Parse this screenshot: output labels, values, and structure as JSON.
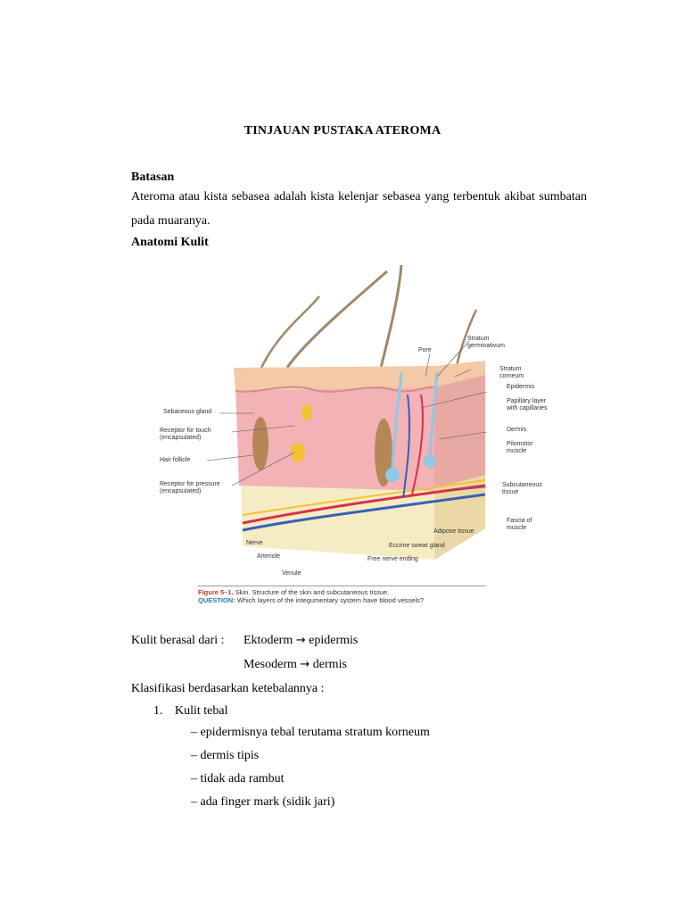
{
  "title": "TINJAUAN PUSTAKA ATEROMA",
  "batasan": {
    "heading": "Batasan",
    "paragraph": "Ateroma atau kista sebasea adalah kista kelenjar sebasea yang terbentuk akibat sumbatan pada muaranya."
  },
  "anatomi": {
    "heading": "Anatomi Kulit"
  },
  "figure": {
    "labels": {
      "pore": "Pore",
      "stratum_germinativum": "Stratum germinativum",
      "stratum_corneum": "Stratum corneum",
      "epidermis": "Epidermis",
      "papillary": "Papillary layer\nwith capillaries",
      "dermis": "Dermis",
      "pilomotor": "Pilomotor\nmuscle",
      "subcutaneous": "Subcutaneous\ntissue",
      "fascia": "Fascia of\nmuscle",
      "adipose": "Adipose tissue",
      "eccrine": "Eccrine sweat gland",
      "free_nerve": "Free nerve ending",
      "sebaceous": "Sebaceous gland",
      "receptor_touch": "Receptor for touch\n(encapsulated)",
      "hair_follicle": "Hair follicle",
      "receptor_pressure": "Receptor for pressure\n(encapsulated)",
      "nerve": "Nerve",
      "arteriole": "Arteriole",
      "venule": "Venule"
    },
    "caption": {
      "number": "Figure 5–1.",
      "text": "Skin. Structure of the skin and subcutaneous tissue.",
      "question_label": "QUESTION:",
      "question": "Which layers of the integumentary system have blood vessels?"
    }
  },
  "origin": {
    "label": "Kulit berasal dari :",
    "items": [
      {
        "from": "Ektoderm",
        "arrow": "→",
        "to": "epidermis"
      },
      {
        "from": "Mesoderm",
        "arrow": "→",
        "to": "dermis"
      }
    ]
  },
  "klasifikasi": {
    "label": "Klasifikasi berdasarkan ketebalannya :",
    "item1": {
      "number": "1.",
      "title": "Kulit tebal",
      "bullets": [
        "– epidermisnya tebal terutama stratum korneum",
        "– dermis tipis",
        "– tidak ada rambut",
        "– ada finger mark (sidik jari)"
      ]
    }
  },
  "colors": {
    "epidermis": "#f3c9a8",
    "dermis": "#f2b2b6",
    "fat": "#f6ecc4",
    "artery": "#d9304a",
    "vein": "#3a5fb8",
    "nerve": "#f2c233"
  }
}
